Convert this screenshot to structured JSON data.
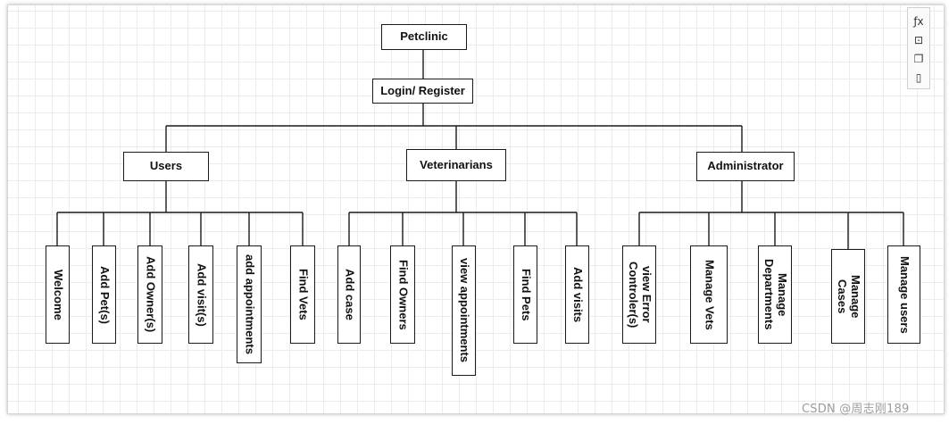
{
  "diagram": {
    "root": "Petclinic",
    "login": "Login/ Register",
    "groups": [
      {
        "title": "Users",
        "children": [
          "Welcome",
          "Add Pet(s)",
          "Add Owner(s)",
          "Add visit(s)",
          "add appointments",
          "Find Vets"
        ]
      },
      {
        "title": "Veterinarians",
        "children": [
          "Add case",
          "Find Owners",
          "view appointments",
          "Find Pets",
          "Add visits"
        ]
      },
      {
        "title": "Administrator",
        "children": [
          "view Error\nControler(s)",
          "Manage Vets",
          "Manage\nDepartments",
          "Manage\nCases",
          "Manage  users"
        ]
      }
    ]
  },
  "toolbar": {
    "icons": [
      "format-icon",
      "add-shape-icon",
      "copy-icon",
      "page-icon"
    ],
    "glyphs": [
      "ƒx",
      "⊡",
      "❐",
      "▯"
    ]
  },
  "watermark": "CSDN @周志刚189"
}
